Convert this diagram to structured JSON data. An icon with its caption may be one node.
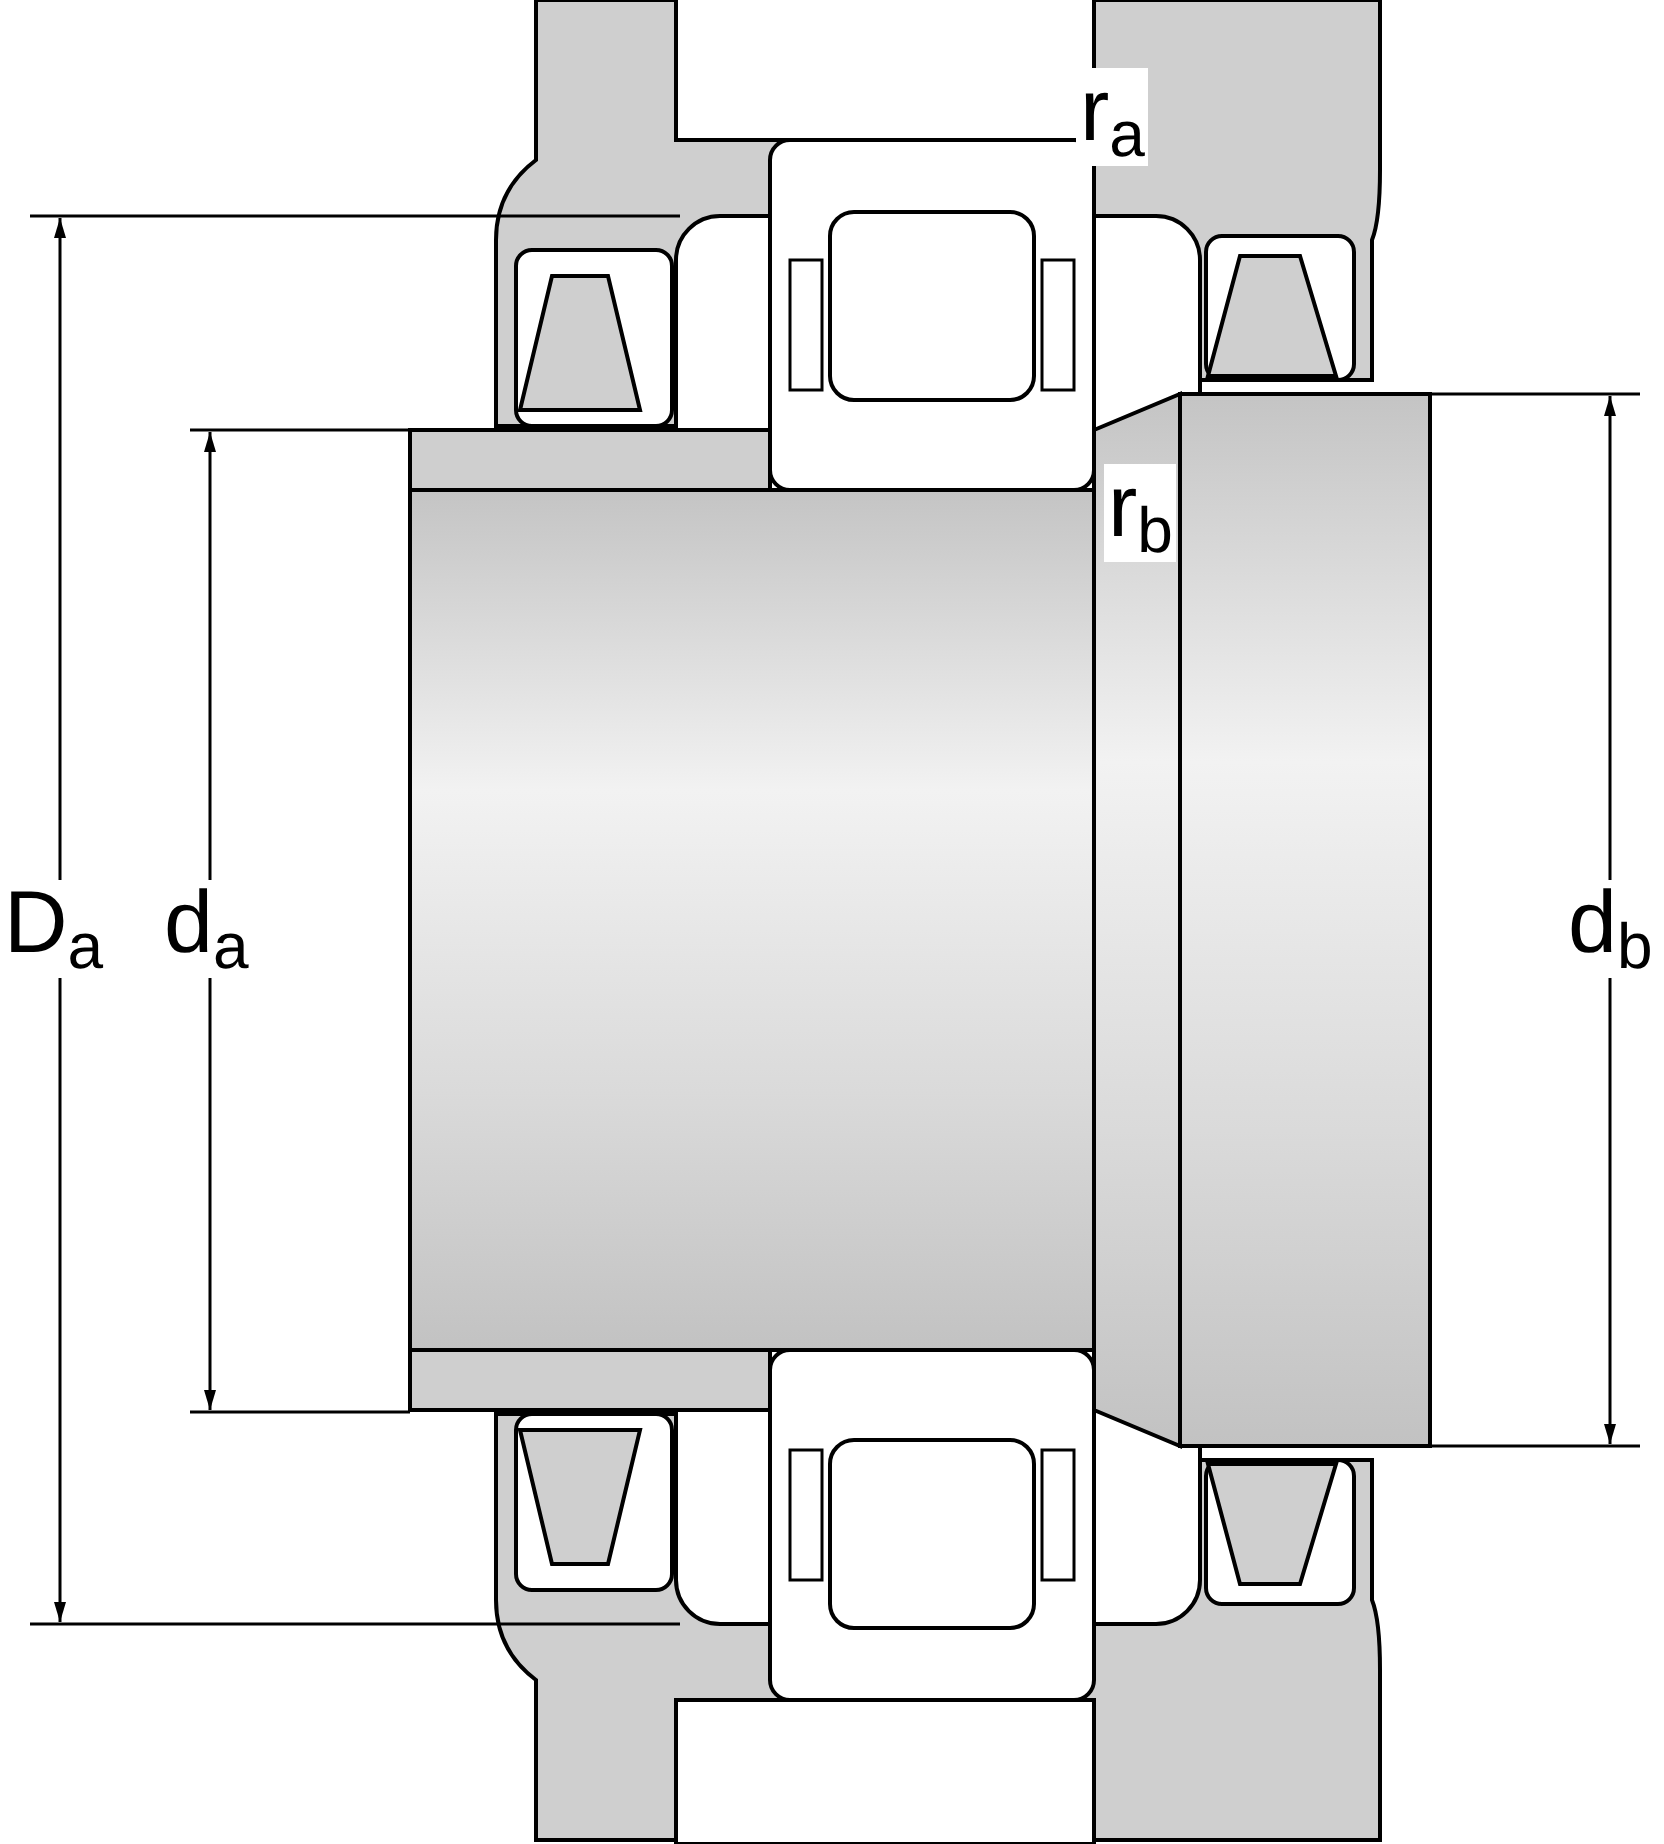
{
  "diagram": {
    "labels": [
      "r$_{a}$",
      "r$_{b}$",
      "D$_{a}$",
      "d$_{a}$",
      "d$_{b}$"
    ]
  }
}
